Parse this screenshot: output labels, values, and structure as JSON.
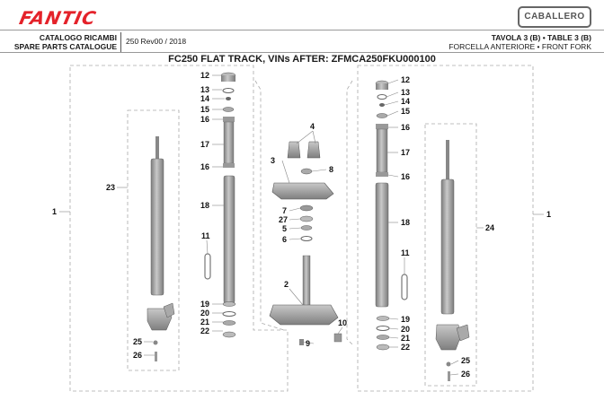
{
  "header": {
    "brand": "FANTIC",
    "model_logo": "CABALLERO",
    "catalog_it": "CATALOGO RICAMBI",
    "catalog_en": "SPARE PARTS CATALOGUE",
    "edition": "250 Rev00 / 2018",
    "table_number": "TAVOLA 3 (B) • TABLE 3 (B)",
    "table_description": "FORCELLA ANTERIORE • FRONT FORK"
  },
  "title": "FC250 FLAT TRACK, VINs AFTER: ZFMCA250FKU000100",
  "callouts": {
    "c1l": "1",
    "c1r": "1",
    "c2": "2",
    "c3": "3",
    "c4": "4",
    "c5": "5",
    "c6": "6",
    "c7": "7",
    "c8": "8",
    "c9": "9",
    "c10": "10",
    "c11l": "11",
    "c11r": "11",
    "c12l": "12",
    "c12r": "12",
    "c13l": "13",
    "c13r": "13",
    "c14l": "14",
    "c14r": "14",
    "c15l": "15",
    "c15r": "15",
    "c16la": "16",
    "c16lb": "16",
    "c16ra": "16",
    "c16rb": "16",
    "c17l": "17",
    "c17r": "17",
    "c18l": "18",
    "c18r": "18",
    "c19l": "19",
    "c19r": "19",
    "c20l": "20",
    "c20r": "20",
    "c21l": "21",
    "c21r": "21",
    "c22l": "22",
    "c22r": "22",
    "c23": "23",
    "c24": "24",
    "c25l": "25",
    "c25r": "25",
    "c26l": "26",
    "c26r": "26",
    "c27": "27"
  },
  "colors": {
    "brand_red": "#e4222a",
    "part_grey": "#9a9a9a",
    "line_grey": "#aaaaaa"
  }
}
